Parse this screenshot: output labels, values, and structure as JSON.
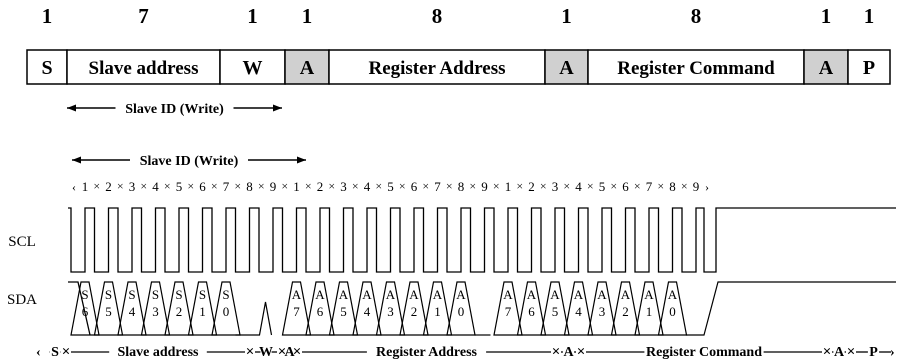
{
  "frame": {
    "fields": [
      {
        "bits": "1",
        "label": "S",
        "shaded": false
      },
      {
        "bits": "7",
        "label": "Slave address",
        "shaded": false
      },
      {
        "bits": "1",
        "label": "W",
        "shaded": false
      },
      {
        "bits": "1",
        "label": "A",
        "shaded": true
      },
      {
        "bits": "8",
        "label": "Register Address",
        "shaded": false
      },
      {
        "bits": "1",
        "label": "A",
        "shaded": true
      },
      {
        "bits": "8",
        "label": "Register Command",
        "shaded": false
      },
      {
        "bits": "1",
        "label": "A",
        "shaded": true
      },
      {
        "bits": "1",
        "label": "P",
        "shaded": false
      }
    ],
    "slave_id_label": "Slave ID (Write)"
  },
  "timing": {
    "slave_id_label": "Slave ID (Write)",
    "clock_groups": [
      [
        "1",
        "2",
        "3",
        "4",
        "5",
        "6",
        "7",
        "8",
        "9"
      ],
      [
        "1",
        "2",
        "3",
        "4",
        "5",
        "6",
        "7",
        "8",
        "9"
      ],
      [
        "1",
        "2",
        "3",
        "4",
        "5",
        "6",
        "7",
        "8",
        "9"
      ]
    ],
    "scl_label": "SCL",
    "sda_label": "SDA",
    "sda_bits": [
      [
        "S",
        "6"
      ],
      [
        "S",
        "5"
      ],
      [
        "S",
        "4"
      ],
      [
        "S",
        "3"
      ],
      [
        "S",
        "2"
      ],
      [
        "S",
        "1"
      ],
      [
        "S",
        "0"
      ],
      [
        "A",
        "7"
      ],
      [
        "A",
        "6"
      ],
      [
        "A",
        "5"
      ],
      [
        "A",
        "4"
      ],
      [
        "A",
        "3"
      ],
      [
        "A",
        "2"
      ],
      [
        "A",
        "1"
      ],
      [
        "A",
        "0"
      ],
      [
        "A",
        "7"
      ],
      [
        "A",
        "6"
      ],
      [
        "A",
        "5"
      ],
      [
        "A",
        "4"
      ],
      [
        "A",
        "3"
      ],
      [
        "A",
        "2"
      ],
      [
        "A",
        "1"
      ],
      [
        "A",
        "0"
      ]
    ],
    "segments": [
      "S",
      "Slave address",
      "W",
      "A",
      "Register Address",
      "A",
      "Register Command",
      "A",
      "P"
    ]
  },
  "colors": {
    "ack_fill": "#d0d0d0",
    "line": "#000000"
  }
}
